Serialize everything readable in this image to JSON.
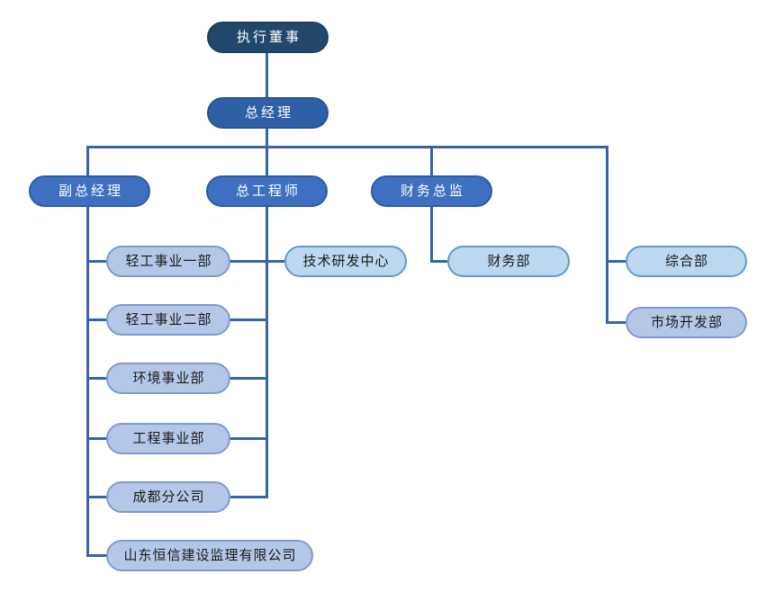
{
  "diagram": {
    "type": "org-chart",
    "background": "#ffffff",
    "palette": {
      "level1_fill": "#21486B",
      "level2_fill": "#2F5FA5",
      "level3_fill": "#3E6FC1",
      "level3_border": "#2A5CA8",
      "dept_lavender_fill": "#B4C7E7",
      "dept_lavender_border": "#7E99D2",
      "dept_sky_fill": "#BDD7EE",
      "dept_sky_border": "#5B9BD5",
      "connector": "#3565A8",
      "dark_node_text": "#FFFFFF",
      "light_node_text": "#1A1A1A"
    },
    "nodes": [
      {
        "id": "executive-director",
        "label": "执行董事",
        "tier": 1,
        "reports_to": null
      },
      {
        "id": "general-manager",
        "label": "总经理",
        "tier": 2,
        "reports_to": "executive-director"
      },
      {
        "id": "deputy-general-manager",
        "label": "副总经理",
        "tier": 3,
        "reports_to": "general-manager"
      },
      {
        "id": "chief-engineer",
        "label": "总工程师",
        "tier": 3,
        "reports_to": "general-manager"
      },
      {
        "id": "finance-director",
        "label": "财务总监",
        "tier": 3,
        "reports_to": "general-manager"
      },
      {
        "id": "light-industry-div-1",
        "label": "轻工事业一部",
        "tier": 4,
        "reports_to": "deputy-general-manager",
        "also_linked_to": "chief-engineer"
      },
      {
        "id": "light-industry-div-2",
        "label": "轻工事业二部",
        "tier": 4,
        "reports_to": "deputy-general-manager",
        "also_linked_to": "chief-engineer"
      },
      {
        "id": "environment-div",
        "label": "环境事业部",
        "tier": 4,
        "reports_to": "deputy-general-manager",
        "also_linked_to": "chief-engineer"
      },
      {
        "id": "engineering-div",
        "label": "工程事业部",
        "tier": 4,
        "reports_to": "deputy-general-manager",
        "also_linked_to": "chief-engineer"
      },
      {
        "id": "chengdu-branch",
        "label": "成都分公司",
        "tier": 4,
        "reports_to": "deputy-general-manager",
        "also_linked_to": "chief-engineer"
      },
      {
        "id": "shandong-hengxin",
        "label": "山东恒信建设监理有限公司",
        "tier": 4,
        "reports_to": "deputy-general-manager"
      },
      {
        "id": "tech-rd-center",
        "label": "技术研发中心",
        "tier": 4,
        "reports_to": "chief-engineer"
      },
      {
        "id": "finance-dept",
        "label": "财务部",
        "tier": 4,
        "reports_to": "finance-director"
      },
      {
        "id": "general-affairs-dept",
        "label": "综合部",
        "tier": 4,
        "reports_to": "general-manager"
      },
      {
        "id": "market-development-dept",
        "label": "市场开发部",
        "tier": 4,
        "reports_to": "general-manager"
      }
    ]
  }
}
